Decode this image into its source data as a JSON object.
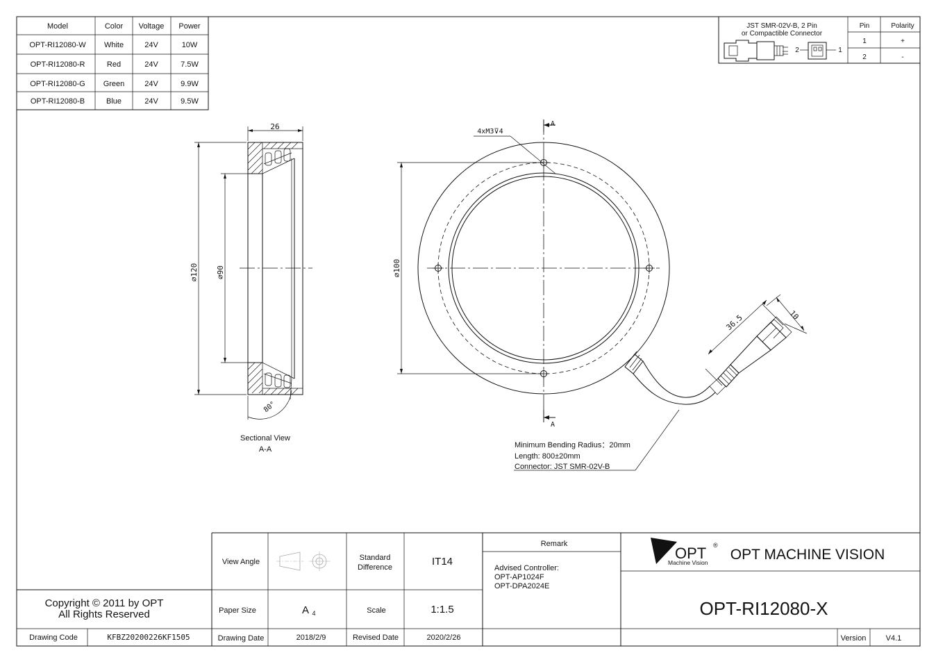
{
  "spec_table": {
    "headers": [
      "Model",
      "Color",
      "Voltage",
      "Power"
    ],
    "rows": [
      [
        "OPT-RI12080-W",
        "White",
        "24V",
        "10W"
      ],
      [
        "OPT-RI12080-R",
        "Red",
        "24V",
        "7.5W"
      ],
      [
        "OPT-RI12080-G",
        "Green",
        "24V",
        "9.9W"
      ],
      [
        "OPT-RI12080-B",
        "Blue",
        "24V",
        "9.5W"
      ]
    ]
  },
  "connector_table": {
    "title_line1": "JST SMR-02V-B, 2 Pin",
    "title_line2": "or Compactible Connector",
    "pin_label_2": "2",
    "pin_label_1": "1",
    "headers": [
      "Pin",
      "Polarity"
    ],
    "rows": [
      [
        "1",
        "+"
      ],
      [
        "2",
        "-"
      ]
    ]
  },
  "section_view": {
    "dim_width": "26",
    "dim_outer": "⌀120",
    "dim_inner": "⌀90",
    "angle": "80°",
    "caption_line1": "Sectional View",
    "caption_line2": "A-A"
  },
  "front_view": {
    "hole_callout": "4xM3⊽4",
    "section_mark_top": "A",
    "section_mark_bottom": "A",
    "dim_bolt_circle": "⌀100",
    "dim_cable_len": "36.5",
    "dim_connector": "10"
  },
  "cable_note": {
    "line1": "Minimum Bending Radius：20mm",
    "line2": "Length: 800±20mm",
    "line3": "Connector: JST SMR-02V-B"
  },
  "title_block": {
    "view_angle_label": "View Angle",
    "standard_diff_label": "Standard Difference",
    "standard_diff_l1": "Standard",
    "standard_diff_l2": "Difference",
    "tolerance": "IT14",
    "remark_label": "Remark",
    "remark_line1": "Advised Controller:",
    "remark_line2": "OPT-AP1024F",
    "remark_line3": "OPT-DPA2024E",
    "paper_size_label": "Paper Size",
    "paper_size_main": "A",
    "paper_size_sub": "4",
    "scale_label": "Scale",
    "scale_value": "1:1.5",
    "drawing_date_label": "Drawing Date",
    "drawing_date": "2018/2/9",
    "revised_date_label": "Revised Date",
    "revised_date": "2020/2/26",
    "copyright_line1": "Copyright © 2011 by OPT",
    "copyright_line2": "All Rights Reserved",
    "drawing_code_label": "Drawing Code",
    "drawing_code": "KFBZ20200226KF1505",
    "logo_text": "OPT",
    "logo_reg": "®",
    "logo_sub": "Machine Vision",
    "company_name": "OPT MACHINE VISION",
    "part_number": "OPT-RI12080-X",
    "version_label": "Version",
    "version": "V4.1"
  }
}
